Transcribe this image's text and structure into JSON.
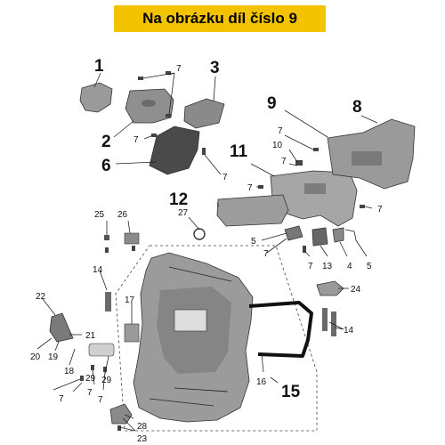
{
  "banner": {
    "title": "Na obrázku díl číslo 9",
    "color": "#f3c300"
  },
  "callouts": {
    "p1": "1",
    "p2": "2",
    "p3": "3",
    "p4": "4",
    "p5a": "5",
    "p5b": "5",
    "p6": "6",
    "p7a": "7",
    "p7b": "7",
    "p7c": "7",
    "p7d": "7",
    "p7e": "7",
    "p7f": "7",
    "p7g": "7",
    "p7h": "7",
    "p7i": "7",
    "p7j": "7",
    "p7k": "7",
    "p7l": "7",
    "p8": "8",
    "p9": "9",
    "p10": "10",
    "p11": "11",
    "p12": "12",
    "p13": "13",
    "p14a": "14",
    "p14b": "14",
    "p15": "15",
    "p16": "16",
    "p17": "17",
    "p18": "18",
    "p19": "19",
    "p20": "20",
    "p21": "21",
    "p22": "22",
    "p23": "23",
    "p24": "24",
    "p25": "25",
    "p26": "26",
    "p27": "27",
    "p28": "28",
    "p29a": "29",
    "p29b": "29"
  }
}
